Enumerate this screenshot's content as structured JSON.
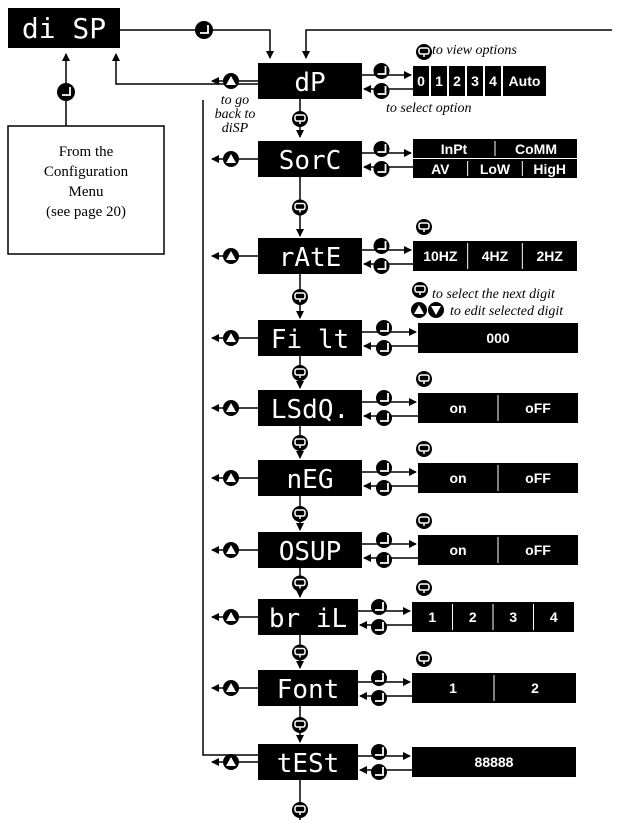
{
  "top_display": "di SP",
  "from_box": [
    "From the",
    "Configuration",
    "Menu",
    "(see page 20)"
  ],
  "back_note": [
    "to go",
    "back to",
    "diSP"
  ],
  "notes": {
    "view_options": "to view options",
    "select_option": "to select option",
    "select_next_digit": "to select the next digit",
    "edit_selected_digit": "to edit selected digit"
  },
  "menu": [
    {
      "display": "dP",
      "options": [
        [
          "0",
          "1",
          "2",
          "3",
          "4",
          "Auto"
        ]
      ]
    },
    {
      "display": "SorC",
      "options": [
        [
          "InPt",
          "CoMM"
        ],
        [
          "AV",
          "LoW",
          "HigH"
        ]
      ]
    },
    {
      "display": "rAtE",
      "options": [
        [
          "10HZ",
          "4HZ",
          "2HZ"
        ]
      ]
    },
    {
      "display": "Fi lt",
      "options": [
        [
          "000"
        ]
      ]
    },
    {
      "display": "LSdQ.",
      "options": [
        [
          "on",
          "oFF"
        ]
      ]
    },
    {
      "display": "nEG",
      "options": [
        [
          "on",
          "oFF"
        ]
      ]
    },
    {
      "display": "OSUP",
      "options": [
        [
          "on",
          "oFF"
        ]
      ]
    },
    {
      "display": "br iL",
      "options": [
        [
          "1",
          "2",
          "3",
          "4"
        ]
      ]
    },
    {
      "display": "Font",
      "options": [
        [
          "1",
          "2"
        ]
      ]
    },
    {
      "display": "tESt",
      "options": [
        [
          "88888"
        ]
      ]
    }
  ],
  "icons": {
    "enter": "enter-arrow-icon",
    "up": "up-triangle-icon",
    "down": "down-triangle-icon",
    "menu": "menu-key-icon"
  }
}
